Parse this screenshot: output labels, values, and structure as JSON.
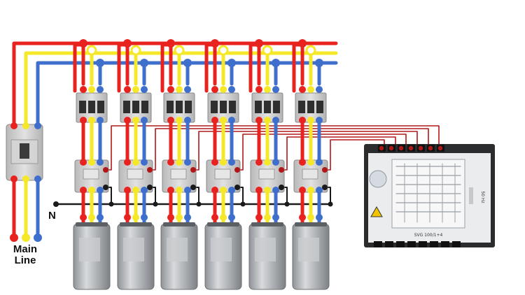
{
  "labels": {
    "main_line_1": "Main",
    "main_line_2": "Line",
    "neutral": "N"
  },
  "controller": {
    "model_text": "SVG 100/1+4",
    "small_text": "50 Hz",
    "status_icon": "sync-icon"
  },
  "colors": {
    "phase_l1": "#e8231f",
    "phase_l2": "#f5e829",
    "phase_l3": "#3f6fcc",
    "neutral": "#1a1a1a",
    "control_wire": "#b01818",
    "device_gray": "#c9c9c9"
  },
  "branch_count": 6
}
